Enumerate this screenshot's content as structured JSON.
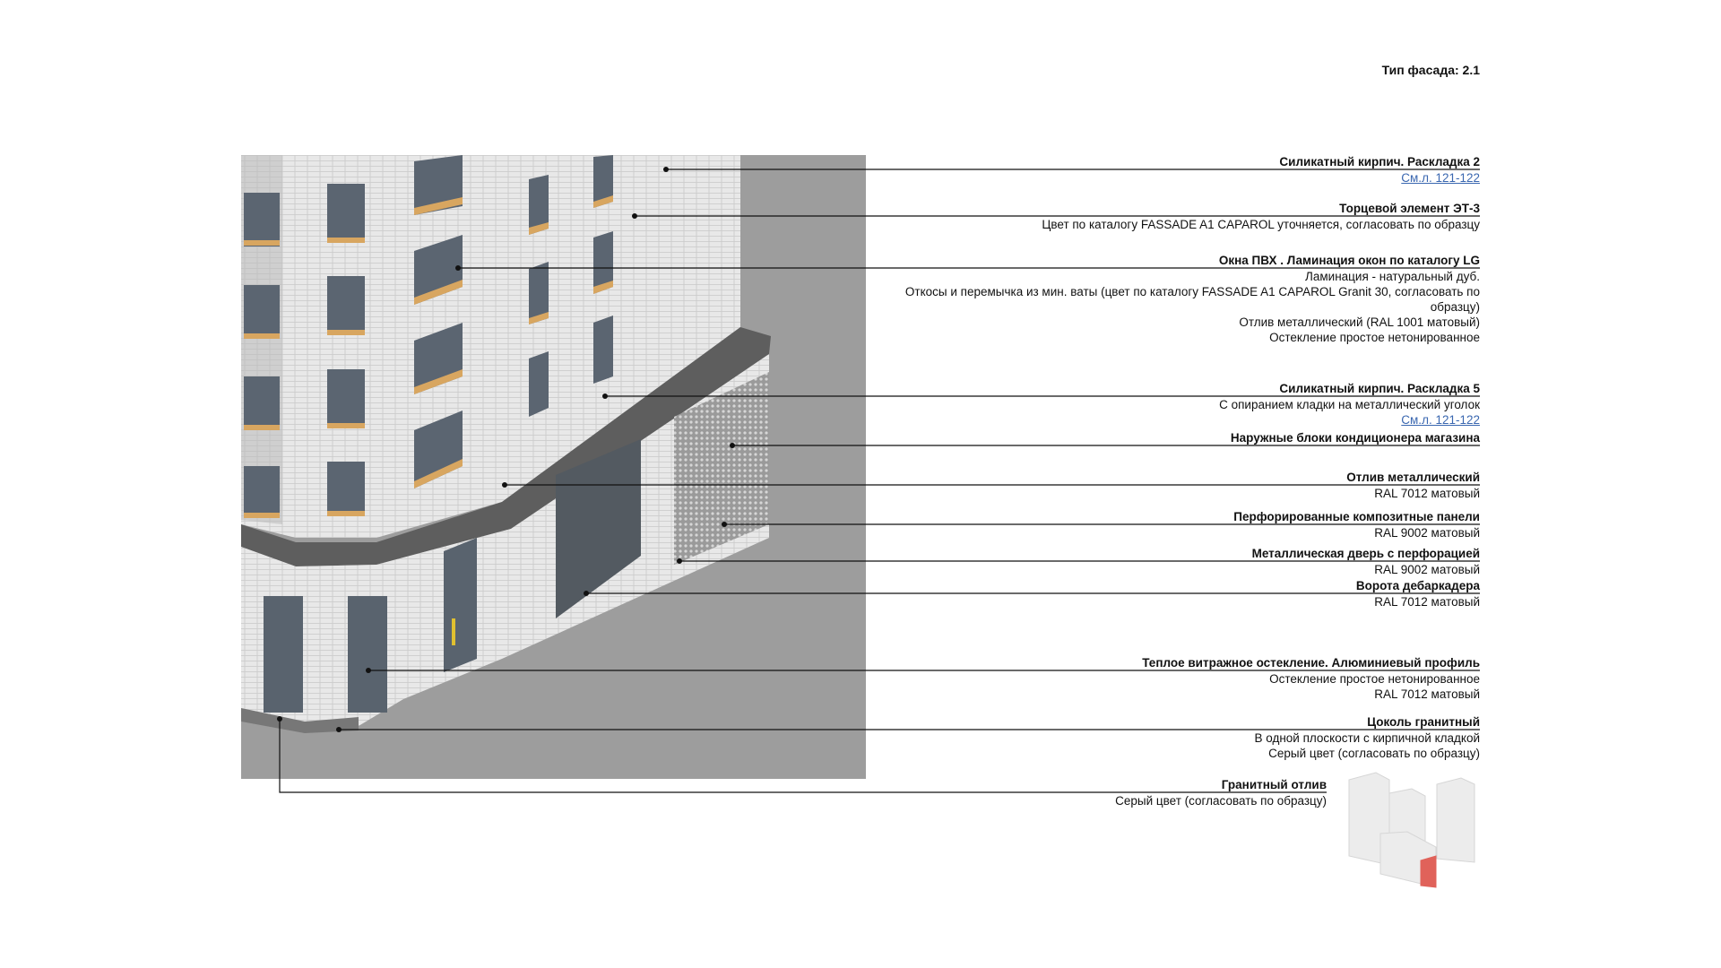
{
  "facade_type": "Тип фасада: 2.1",
  "annotations": [
    {
      "title": "Силикатный кирпич. Раскладка 2",
      "lines": [],
      "link": "См.л. 121-122"
    },
    {
      "title": "Торцевой элемент ЭТ-3",
      "lines": [
        "Цвет по каталогу FASSADE A1 CAPAROL уточняется, согласовать по образцу"
      ]
    },
    {
      "title": "Окна ПВХ . Ламинация окон по каталогу LG",
      "lines": [
        "Ламинация - натуральный дуб.",
        "Откосы и перемычка из мин. ваты (цвет по каталогу FASSADE A1 CAPAROL Granit 30, согласовать по",
        "образцу)",
        "Отлив металлический (RAL 1001 матовый)",
        "Остекление простое нетонированное"
      ]
    },
    {
      "title": "Силикатный кирпич. Раскладка 5",
      "lines": [
        "С опиранием кладки на металлический уголок"
      ],
      "link": "См.л. 121-122"
    },
    {
      "title": "Наружные блоки кондиционера магазина",
      "lines": []
    },
    {
      "title": "Отлив металлический",
      "lines": [
        "RAL 7012 матовый"
      ]
    },
    {
      "title": "Перфорированные композитные панели",
      "lines": [
        "RAL 9002 матовый"
      ]
    },
    {
      "title": "Металлическая дверь с перфорацией",
      "lines": [
        "RAL 9002 матовый"
      ]
    },
    {
      "title": "Ворота дебаркадера",
      "lines": [
        "RAL 7012 матовый"
      ]
    },
    {
      "title": "Теплое витражное остекление. Алюминиевый профиль",
      "lines": [
        "Остекление простое нетонированное",
        "RAL 7012 матовый"
      ]
    },
    {
      "title": "Цоколь гранитный",
      "lines": [
        "В одной плоскости с кирпичной кладкой",
        "Серый цвет (согласовать по образцу)"
      ]
    },
    {
      "title": "Гранитный отлив",
      "lines": [
        "Серый цвет (согласовать по образцу)"
      ]
    }
  ],
  "colors": {
    "background_render": "#9d9d9d",
    "brick": "#e6e6e6",
    "window": "#5b6571",
    "sill": "#d8a660",
    "link": "#3a67b0",
    "highlight": "#e0625a"
  }
}
